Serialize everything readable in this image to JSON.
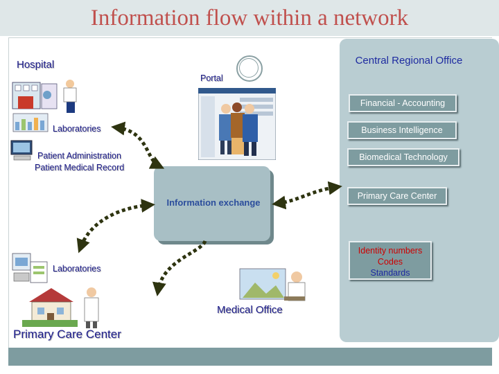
{
  "header": {
    "title": "Information flow within a network"
  },
  "hospital": {
    "label": "Hospital",
    "laboratories": "Laboratories",
    "patient_admin": "Patient Administration",
    "patient_record": "Patient Medical Record"
  },
  "portal": {
    "label": "Portal"
  },
  "hub": {
    "label": "Information exchange"
  },
  "primary_care": {
    "laboratories": "Laboratories",
    "label": "Primary Care Center"
  },
  "medical_office": {
    "label": "Medical Office"
  },
  "central": {
    "title": "Central Regional Office",
    "items": [
      "Financial - Accounting",
      "Business Intelligence",
      "Biomedical Technology",
      "Primary Care Center"
    ],
    "identity": {
      "line1": "Identity numbers",
      "line2": "Codes",
      "line3": "Standards"
    }
  },
  "colors": {
    "title": "#c0504d",
    "label": "#1d1d8c",
    "panel": "#b9cdd2",
    "button": "#7e9ca0",
    "arrow_dark": "#2e3410",
    "arrow_light": "#ffffff"
  }
}
